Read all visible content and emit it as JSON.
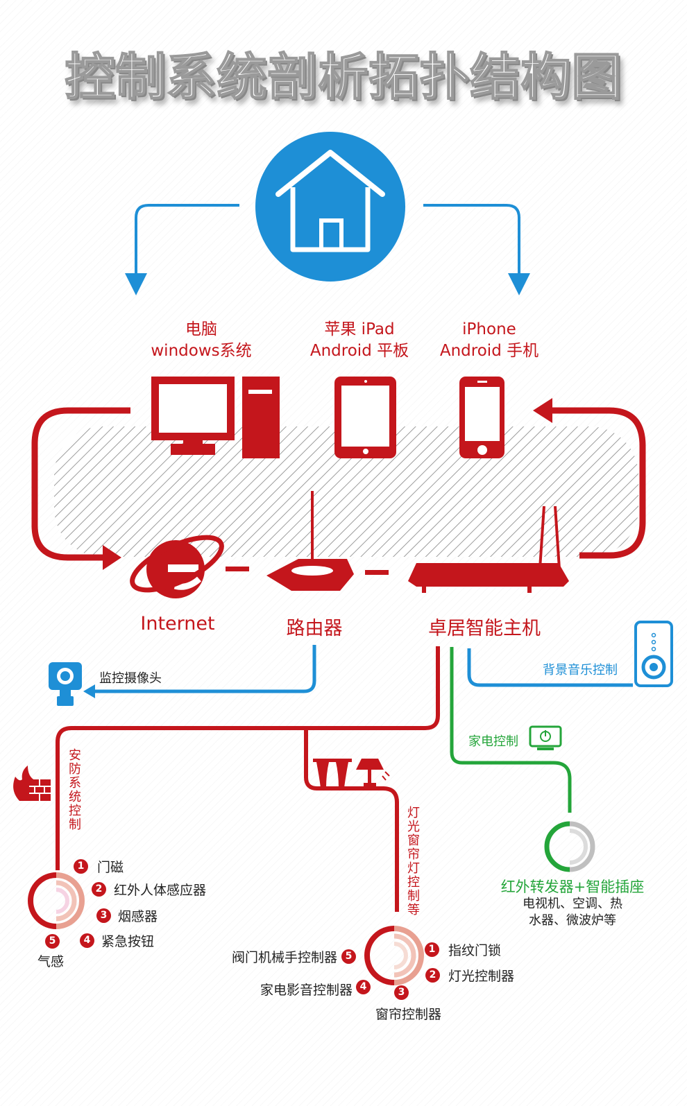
{
  "title": "控制系统剖析拓扑结构图",
  "devices": {
    "pc": {
      "line1": "电脑",
      "line2": "windows系统"
    },
    "ipad": {
      "line1": "苹果 iPad",
      "line2": "Android 平板"
    },
    "iphone": {
      "line1": "iPhone",
      "line2": "Android 手机"
    }
  },
  "nodes": {
    "internet": "Internet",
    "router": "路由器",
    "host": "卓居智能主机"
  },
  "branches": {
    "camera": "监控摄像头",
    "music": "背景音乐控制",
    "appliance": "家电控制",
    "security": "安防系统控制",
    "lighting": "灯光窗帘灯控制等"
  },
  "security_items": [
    {
      "num": "1",
      "label": "门磁"
    },
    {
      "num": "2",
      "label": "红外人体感应器"
    },
    {
      "num": "3",
      "label": "烟感器"
    },
    {
      "num": "4",
      "label": "紧急按钮"
    },
    {
      "num": "5",
      "label": "气感"
    }
  ],
  "lighting_items": [
    {
      "num": "1",
      "label": "指纹门锁"
    },
    {
      "num": "2",
      "label": "灯光控制器"
    },
    {
      "num": "3",
      "label": "窗帘控制器"
    },
    {
      "num": "4",
      "label": "家电影音控制器"
    },
    {
      "num": "5",
      "label": "阀门机械手控制器"
    }
  ],
  "appliance_module": {
    "title": "红外转发器+智能插座",
    "sub1": "电视机、空调、热",
    "sub2": "水器、微波炉等"
  },
  "colors": {
    "red": "#c4161c",
    "blue": "#1e8fd6",
    "green": "#24a53a"
  },
  "icons": [
    "house-icon",
    "desktop-computer-icon",
    "tablet-icon",
    "phone-icon",
    "ie-browser-icon",
    "router-icon",
    "host-router-icon",
    "camera-icon",
    "music-panel-icon",
    "power-socket-icon",
    "firewall-icon",
    "curtain-icon",
    "lamp-icon"
  ]
}
